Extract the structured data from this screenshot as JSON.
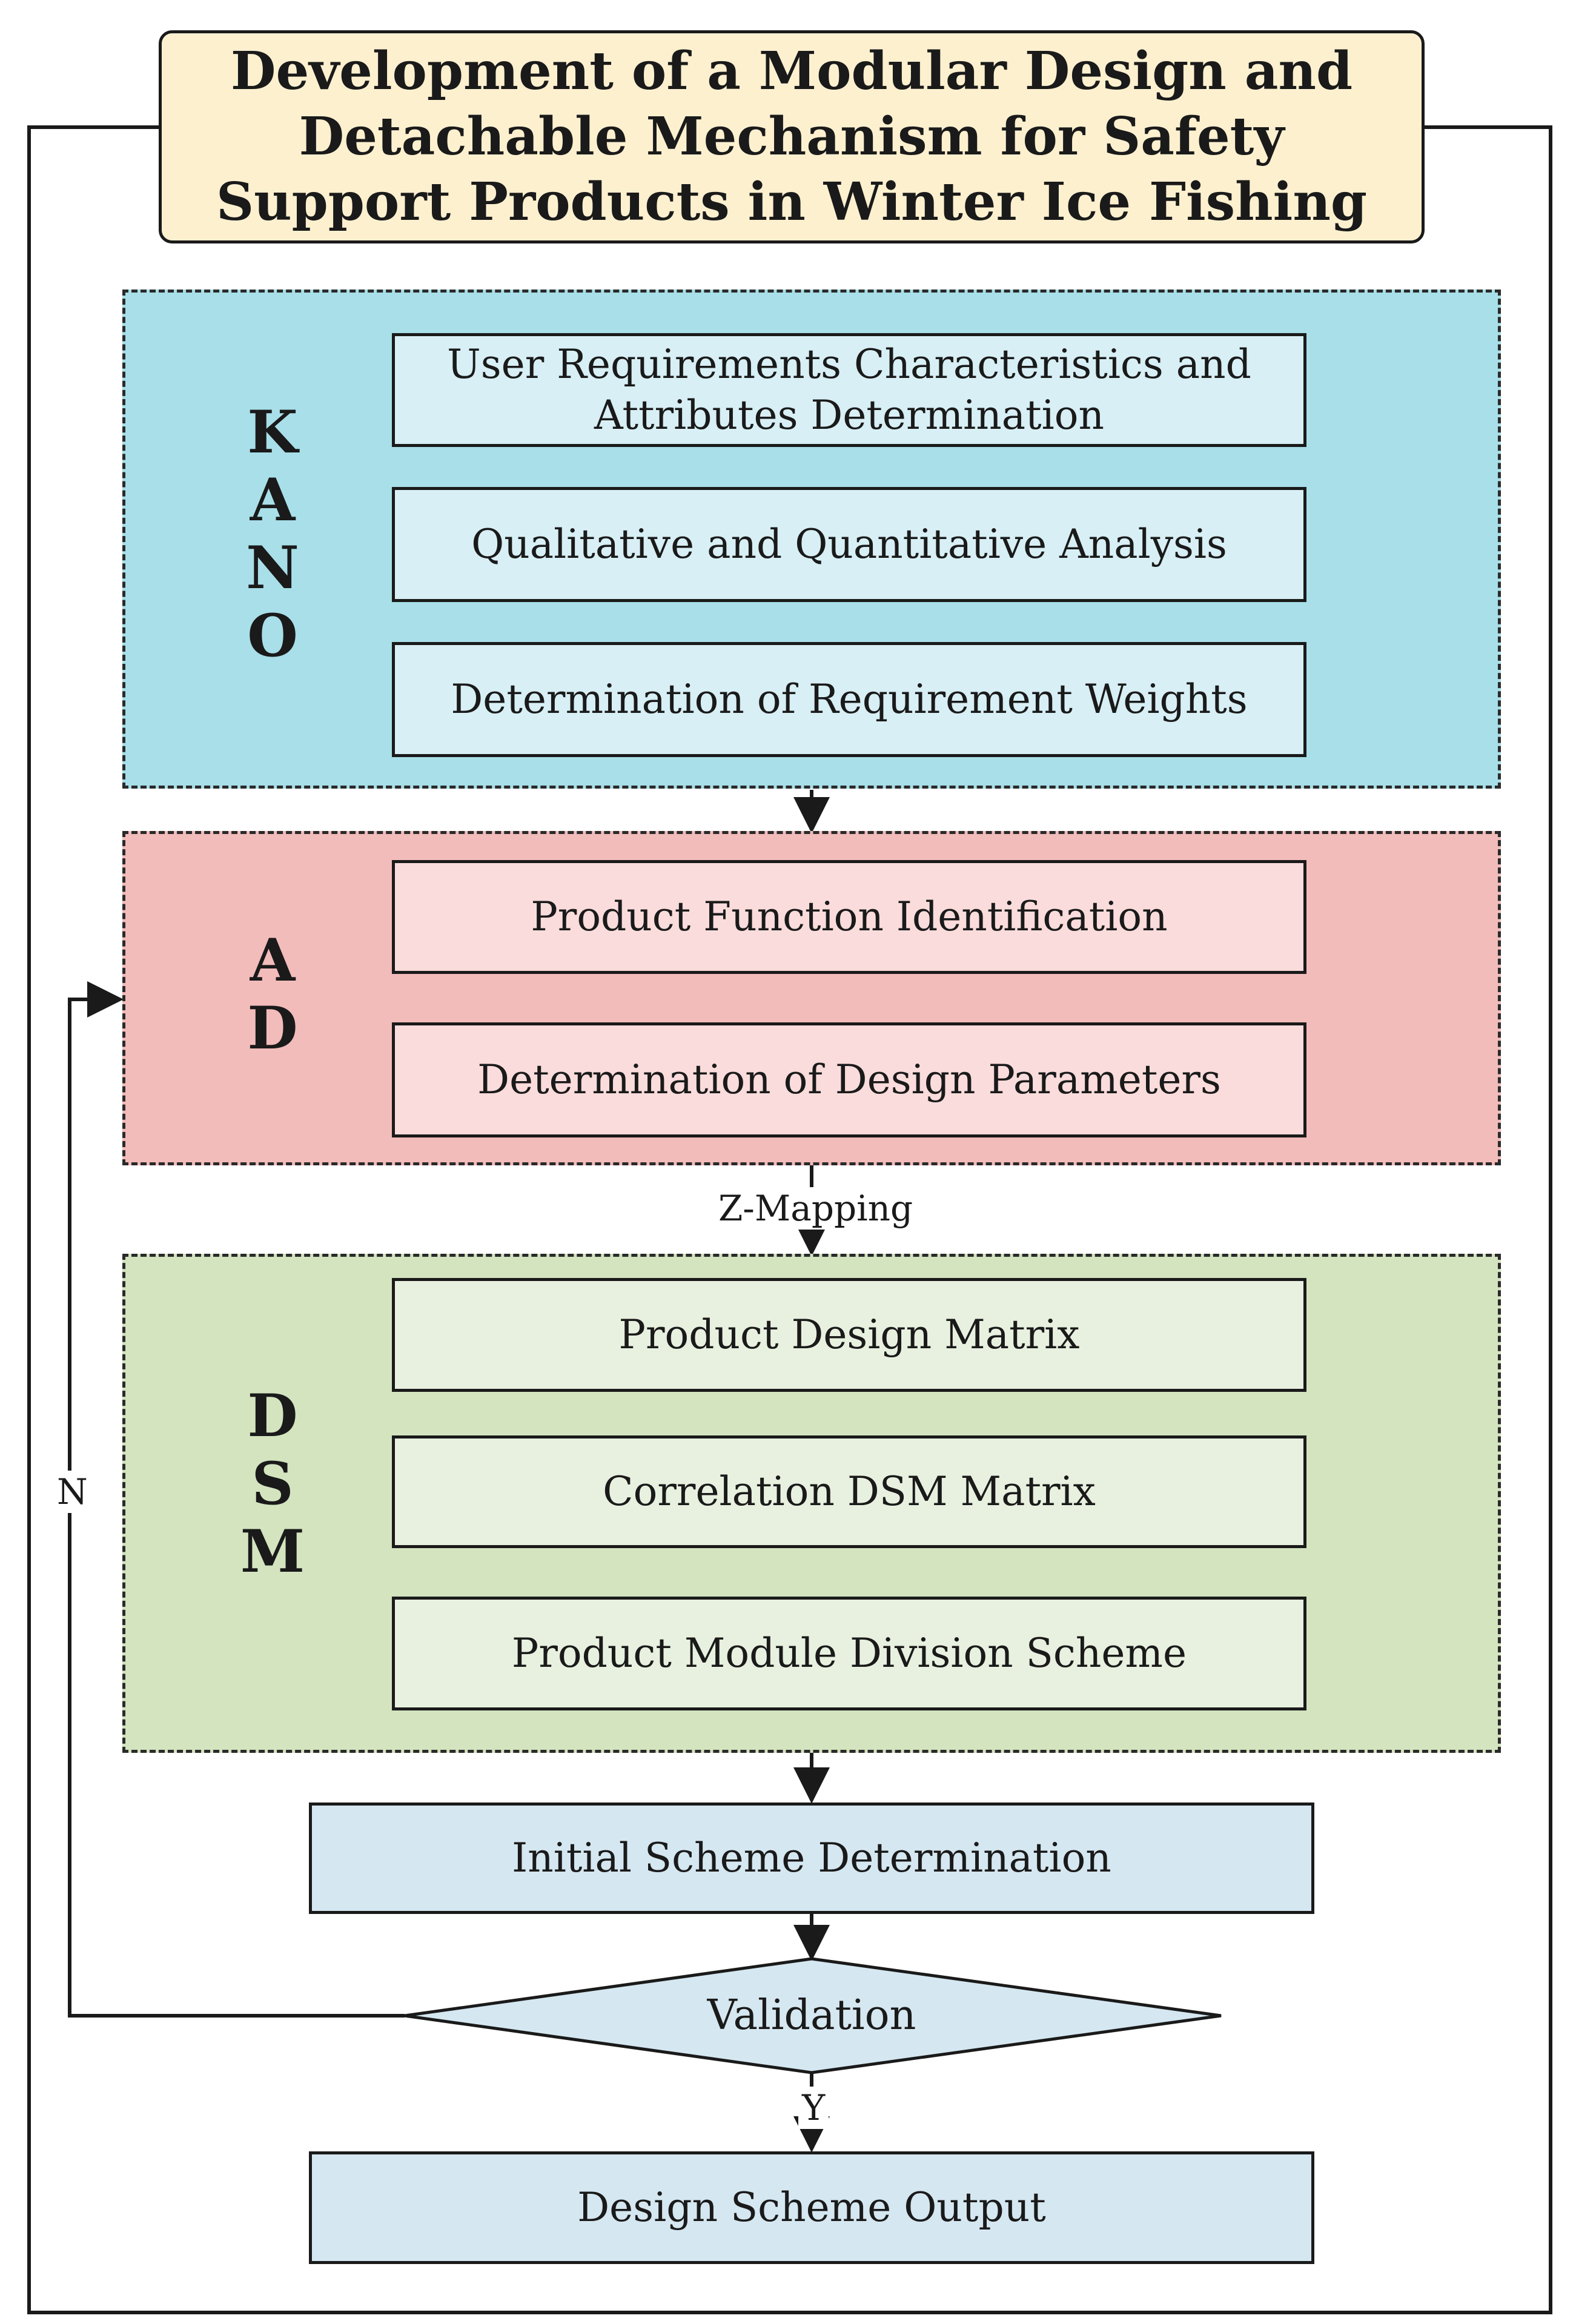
{
  "title": "Development of a Modular Design and Detachable Mechanism for Safety Support Products in Winter Ice Fishing",
  "kano": {
    "label": "KANO",
    "steps": [
      "User Requirements Characteristics and Attributes Determination",
      "Qualitative and Quantitative Analysis",
      "Determination of Requirement Weights"
    ]
  },
  "ad": {
    "label": "AD",
    "steps": [
      "Product Function Identification",
      "Determination of Design Parameters"
    ]
  },
  "mapping_label": "Z-Mapping",
  "dsm": {
    "label": "DSM",
    "steps": [
      "Product Design Matrix",
      "Correlation DSM Matrix",
      "Product Module Division Scheme"
    ]
  },
  "initial_scheme": "Initial Scheme Determination",
  "validation": "Validation",
  "yes_label": "Y",
  "no_label": "N",
  "output": "Design Scheme Output",
  "colors": {
    "title_fill": "#fdf0cf",
    "kano_panel": "#a8dfe9",
    "ad_panel": "#f2bcbb",
    "dsm_panel": "#d3e4bf",
    "main_step": "#d5e7f1"
  }
}
